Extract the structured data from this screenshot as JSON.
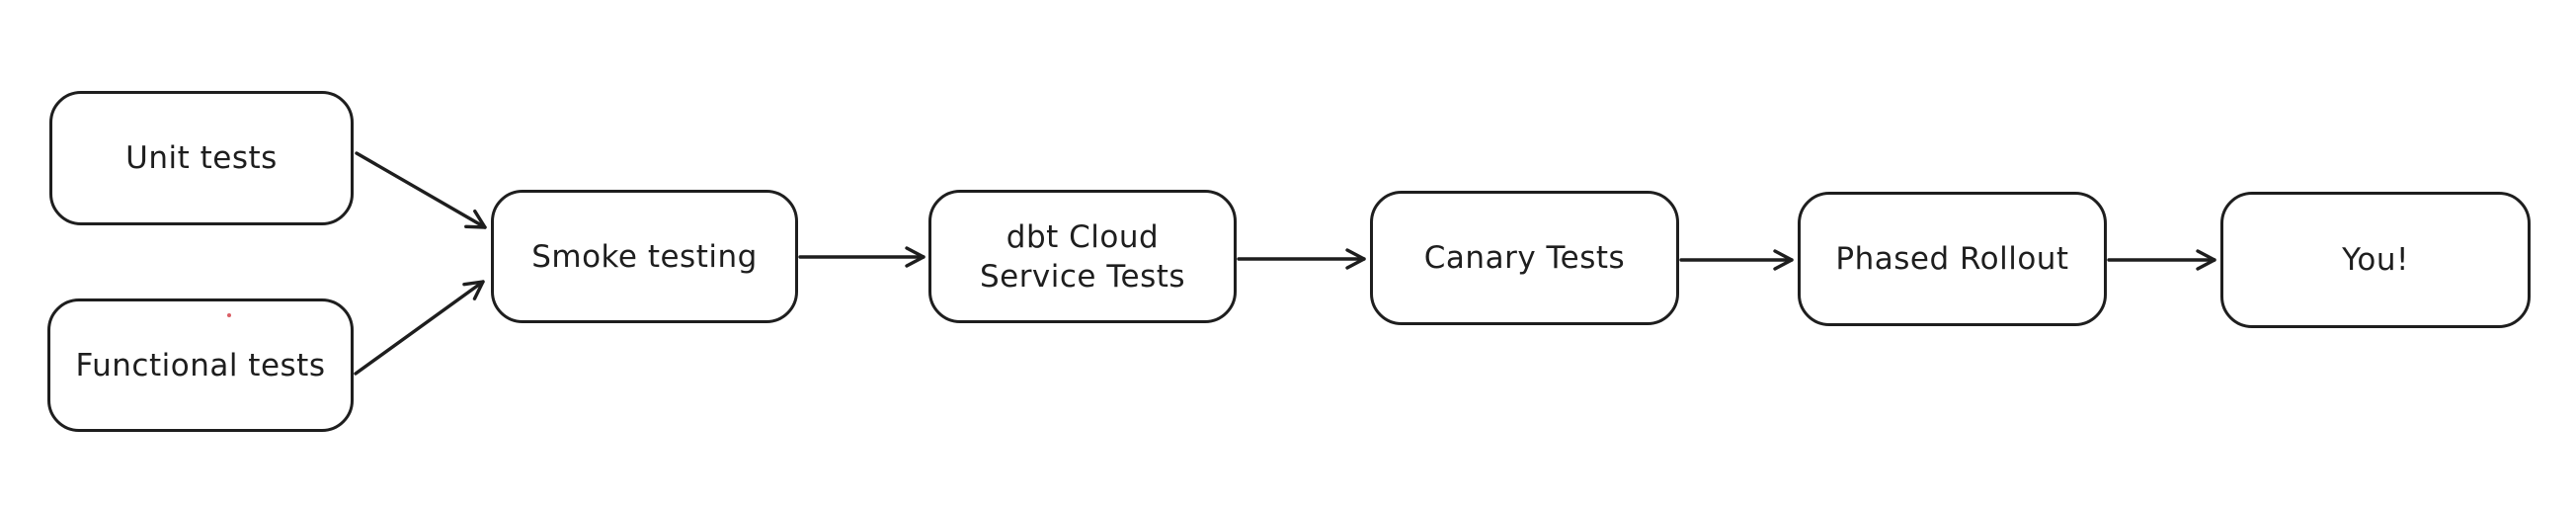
{
  "diagram": {
    "type": "flowchart",
    "background_color": "#ffffff",
    "stroke_color": "#1e1e1e",
    "artifact_dot_color": "#d95f66",
    "nodes": [
      {
        "id": "unit-tests",
        "label": "Unit tests"
      },
      {
        "id": "functional-tests",
        "label": "Functional tests"
      },
      {
        "id": "smoke-testing",
        "label": "Smoke testing"
      },
      {
        "id": "dbt-cloud-service-tests",
        "label": "dbt Cloud\nService Tests"
      },
      {
        "id": "canary-tests",
        "label": "Canary Tests"
      },
      {
        "id": "phased-rollout",
        "label": "Phased Rollout"
      },
      {
        "id": "you",
        "label": "You!"
      }
    ],
    "edges": [
      {
        "from": "unit-tests",
        "to": "smoke-testing"
      },
      {
        "from": "functional-tests",
        "to": "smoke-testing"
      },
      {
        "from": "smoke-testing",
        "to": "dbt-cloud-service-tests"
      },
      {
        "from": "dbt-cloud-service-tests",
        "to": "canary-tests"
      },
      {
        "from": "canary-tests",
        "to": "phased-rollout"
      },
      {
        "from": "phased-rollout",
        "to": "you"
      }
    ]
  }
}
